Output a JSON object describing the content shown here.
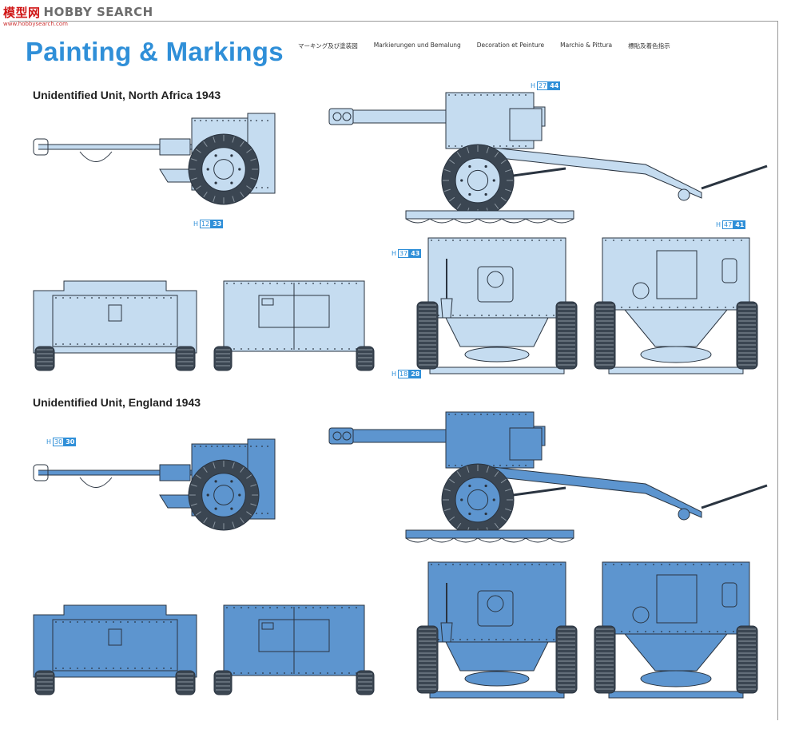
{
  "watermark": {
    "cn": "模型网",
    "brand": "HOBBY SEARCH",
    "url": "www.hobbysearch.com"
  },
  "page": {
    "title": "Painting & Markings"
  },
  "translations": [
    "マーキング及び塗装図",
    "Markierungen und Bemalung",
    "Decoration et Peinture",
    "Marchio & Pittura",
    "標貼及着色指示"
  ],
  "colors": {
    "accent": "#2f8fd8",
    "scheme_a": "#c5dcf0",
    "scheme_b": "#5d95cf",
    "line": "#2a3440",
    "tyre": "#3b4652"
  },
  "schemes": [
    {
      "title": "Unidentified Unit, North Africa 1943"
    },
    {
      "title": "Unidentified Unit, England 1943"
    }
  ],
  "callouts": [
    {
      "h": "H",
      "part": "12",
      "decal": "33"
    },
    {
      "h": "H",
      "part": "27",
      "decal": "44"
    },
    {
      "h": "H",
      "part": "37",
      "decal": "43"
    },
    {
      "h": "H",
      "part": "47",
      "decal": "41"
    },
    {
      "h": "H",
      "part": "18",
      "decal": "28"
    },
    {
      "h": "H",
      "part": "30",
      "decal": "30"
    }
  ]
}
